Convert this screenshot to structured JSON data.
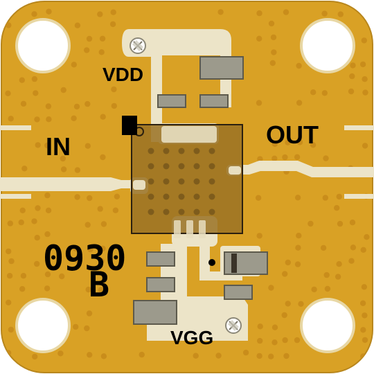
{
  "labels": {
    "vdd": "VDD",
    "in": "IN",
    "out": "OUT",
    "vgg": "VGG",
    "part_number": "0930",
    "revision": "B"
  },
  "colors": {
    "substrate": "#d9a125",
    "trace": "#ece4c8",
    "via": "#c98d1b",
    "pad": "#9c9a8c",
    "chip": "#9a7224",
    "mounting_hole": "#ffffff",
    "silkscreen": "#000000"
  },
  "icons": {
    "bias_via": "screw-via-icon",
    "pin1_marker": "square-marker-icon",
    "hole": "mounting-hole-icon"
  }
}
